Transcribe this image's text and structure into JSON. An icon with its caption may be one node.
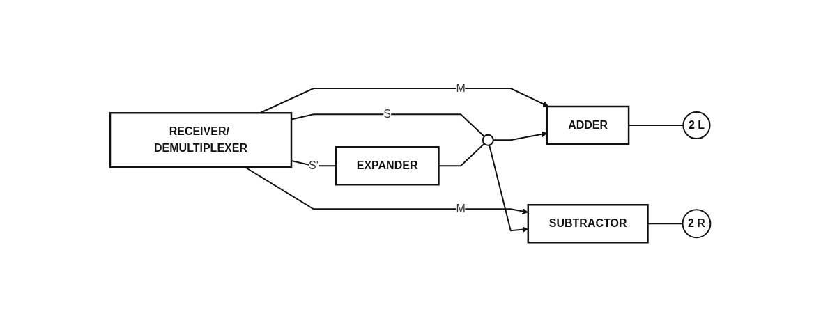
{
  "diagram": {
    "nodes": [
      {
        "text": [
          "RECEIVER/ DEMULTIPLEXER"
        ]
      },
      {
        "text": [
          "EXPANDER"
        ]
      },
      {
        "text": [],
        "shape": "switch"
      },
      {
        "text": [
          "ADDER"
        ]
      },
      {
        "text": [
          "SUBTRACTOR"
        ]
      },
      {
        "text": [
          "2 L"
        ]
      },
      {
        "text": [
          "2 R"
        ]
      }
    ],
    "edges": [
      {
        "from": 0,
        "to": 3,
        "label": "M",
        "arrow": "to"
      },
      {
        "from": 0,
        "to": 4,
        "label": "M",
        "arrow": "to"
      },
      {
        "from": 0,
        "to": 2,
        "label": "S",
        "arrow": "none"
      },
      {
        "from": 0,
        "to": 1,
        "label": "S'",
        "arrow": "none"
      },
      {
        "from": 1,
        "to": 2,
        "arrow": "none"
      },
      {
        "from": 2,
        "to": 3,
        "arrow": "to"
      },
      {
        "from": 2,
        "to": 4,
        "arrow": "to"
      },
      {
        "from": 3,
        "to": 5,
        "arrow": "none"
      },
      {
        "from": 4,
        "to": 6,
        "arrow": "none"
      }
    ]
  }
}
